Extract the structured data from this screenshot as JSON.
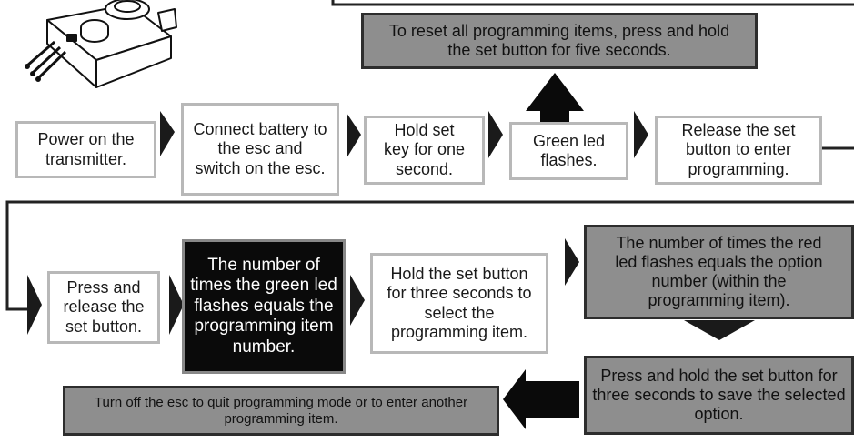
{
  "steps": {
    "reset": "To reset all programming items, press and hold the set button for five seconds.",
    "power_on": "Power on the transmitter.",
    "connect_battery": "Connect battery to the esc and switch on the esc.",
    "hold_set_key": "Hold set key for one second.",
    "green_led": "Green led flashes.",
    "release_set": "Release the set button to enter programming.",
    "press_release": "Press and release the set button.",
    "green_count": "The number of times the green led flashes equals the programming item number.",
    "hold_three": "Hold the set button for three seconds to select the programming item.",
    "red_count": "The number of times the red led flashes equals the option number (within the programming item).",
    "save_option": "Press and hold the set button for three seconds to save the selected option.",
    "turn_off": "Turn off the esc to quit programming mode or to enter another programming item."
  },
  "colors": {
    "gray_box": "#8e8e8e",
    "black_box": "#0a0a0a",
    "arrow": "#1a1a1a",
    "line": "#222222"
  },
  "icons": {
    "device": "esc-programming-card-icon"
  }
}
